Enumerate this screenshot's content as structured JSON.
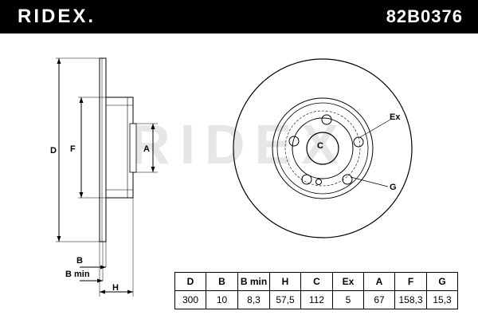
{
  "header": {
    "brand": "RIDEX.",
    "part_number": "82B0376"
  },
  "watermark": "RIDEX",
  "dimension_labels": {
    "D": "D",
    "F": "F",
    "A": "A",
    "B": "B",
    "B_min": "B min",
    "H": "H",
    "C": "C",
    "Ex": "Ex",
    "G": "G"
  },
  "spec_table": {
    "headers": [
      "D",
      "B",
      "B min",
      "H",
      "C",
      "Ex",
      "A",
      "F",
      "G"
    ],
    "values": [
      "300",
      "10",
      "8,3",
      "57,5",
      "112",
      "5",
      "67",
      "158,3",
      "15,3"
    ]
  },
  "colors": {
    "header_bg": "#000000",
    "line": "#000000",
    "watermark": "#e6e6e6"
  }
}
